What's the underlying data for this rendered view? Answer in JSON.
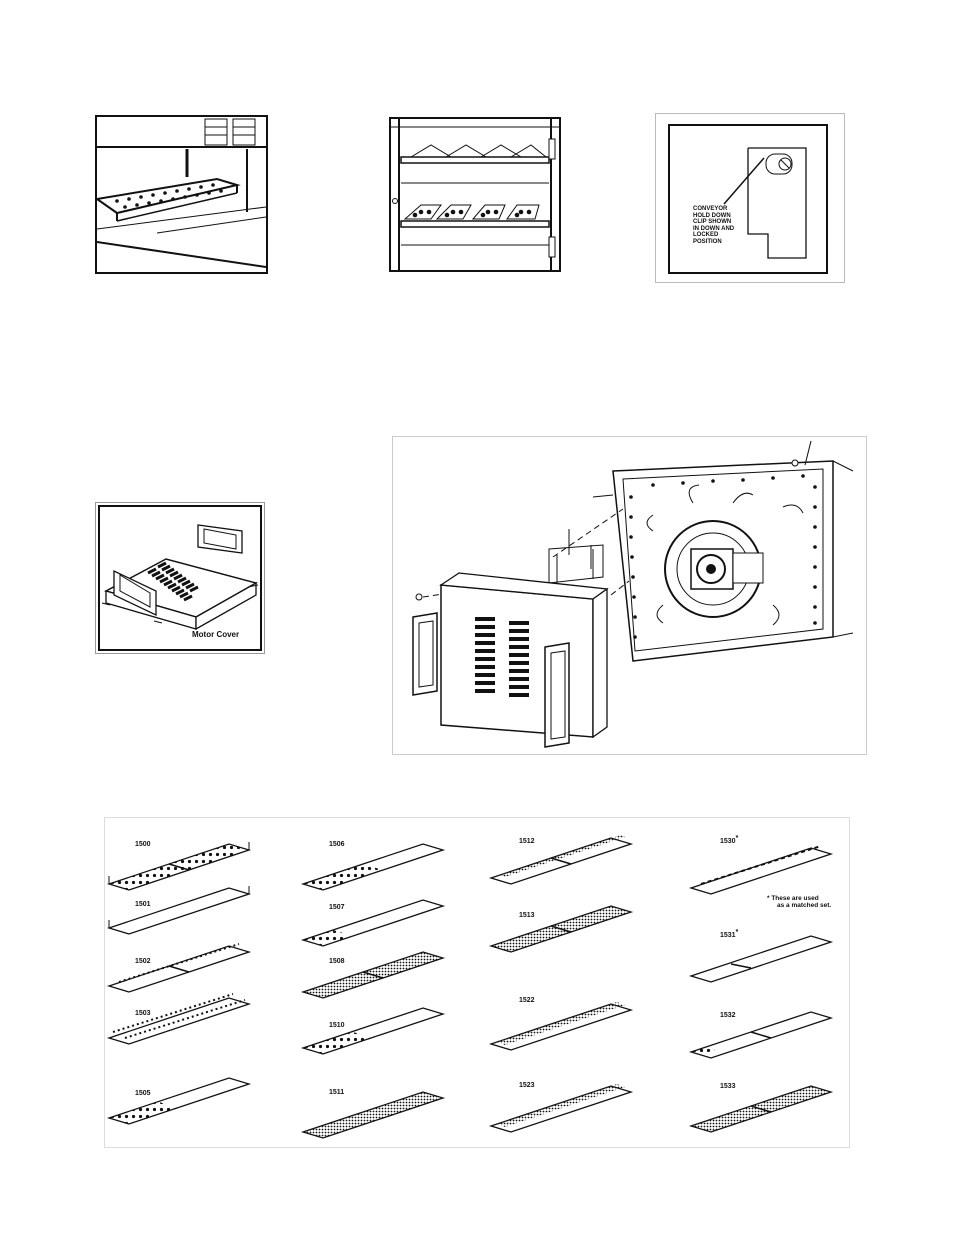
{
  "photo1": {},
  "photo2": {},
  "clip_figure": {
    "callout": [
      "CONVEYOR",
      "HOLD DOWN",
      "CLIP SHOWN",
      "IN DOWN AND",
      "LOCKED",
      "POSITION"
    ]
  },
  "motor_cover": {
    "caption": "Motor Cover"
  },
  "exploded_view": {},
  "conveyors": {
    "col1": [
      "1500",
      "1501",
      "1502",
      "1503",
      "1505"
    ],
    "col2": [
      "1506",
      "1507",
      "1508",
      "1510",
      "1511"
    ],
    "col3": [
      "1512",
      "1513",
      "1522",
      "1523"
    ],
    "col4": [
      "1530",
      "1531",
      "1532",
      "1533"
    ],
    "star": "*",
    "note": [
      "* These are used",
      "as a matched set."
    ]
  }
}
